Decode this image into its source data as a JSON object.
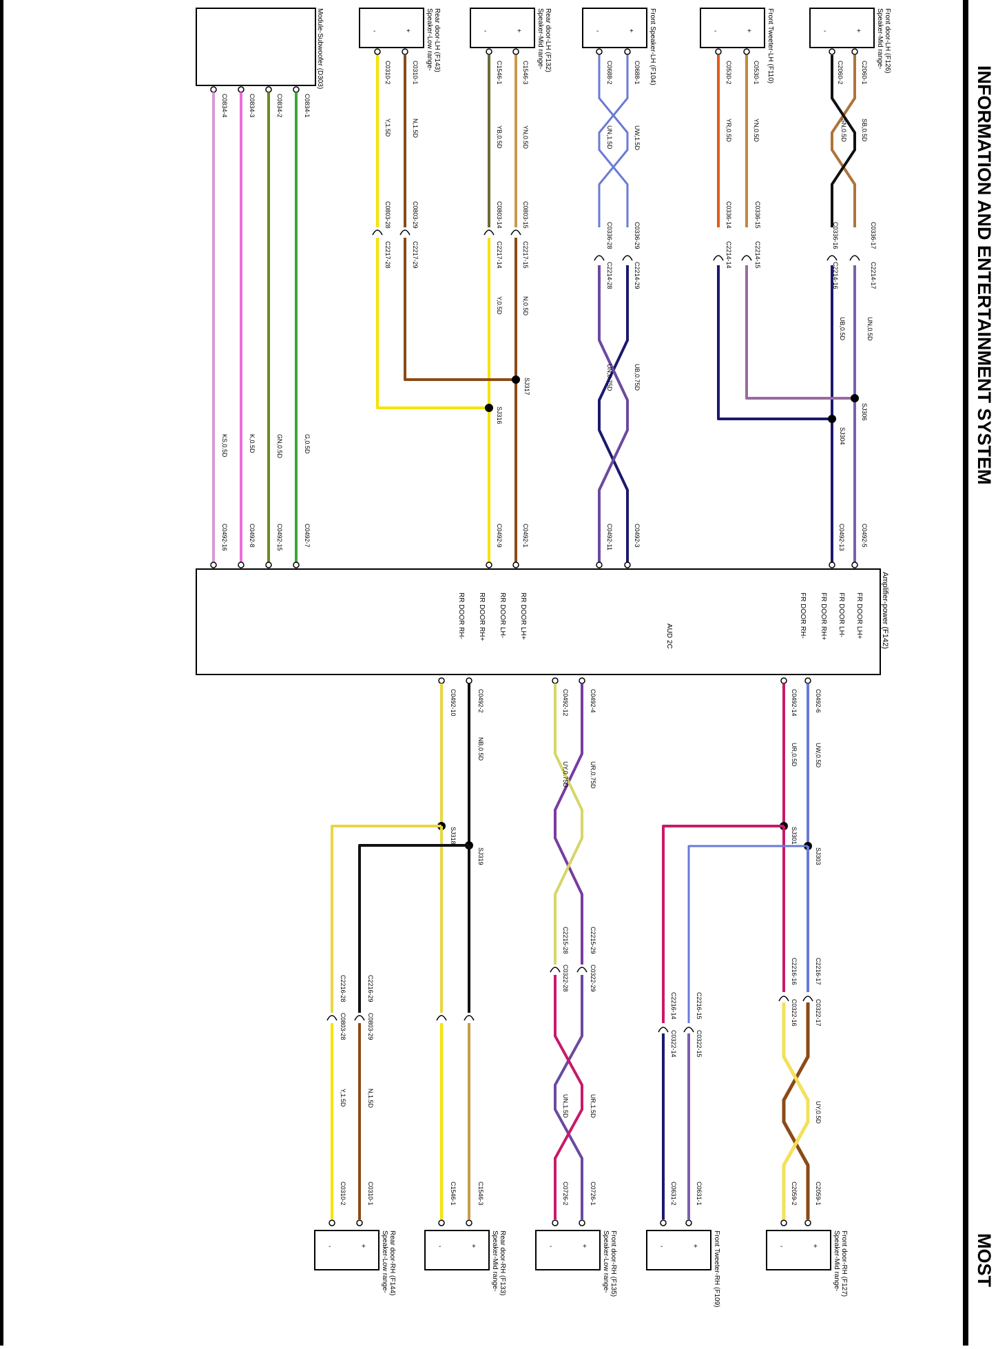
{
  "page": {
    "title": "INFORMATION AND ENTERTAINMENT SYSTEM",
    "section": "MOST"
  },
  "amplifier": {
    "label": "Amplifier-power (F142)",
    "bus_label": "AUD 2C",
    "pins_right": [
      "FR DOOR LH+",
      "FR DOOR LH-",
      "FR DOOR RH+",
      "FR DOOR RH-"
    ],
    "pins_left": [
      "RR DOOR LH+",
      "RR DOOR LH-",
      "RR DOOR RH+",
      "RR DOOR RH-"
    ]
  },
  "components": [
    {
      "name": "Speaker-Mid range-Front door-LH (F126)",
      "lines": [
        "Speaker-Mid range-",
        "Front door-LH (F126)"
      ],
      "pins": [
        "+",
        "-"
      ]
    },
    {
      "name": "Front Tweeter-LH (F110)",
      "lines": [
        "Front Tweeter-LH (F110)"
      ],
      "pins": [
        "+",
        "-"
      ]
    },
    {
      "name": "Front Speaker-LH (F104)",
      "lines": [
        "Front Speaker-LH (F104)"
      ],
      "pins": [
        "+",
        "-"
      ]
    },
    {
      "name": "Speaker-Mid range-Rear door-LH (F132)",
      "lines": [
        "Speaker-Mid range-",
        "Rear door-LH (F132)"
      ],
      "pins": [
        "+",
        "-"
      ]
    },
    {
      "name": "Speaker-Low range-Rear door-LH (F143)",
      "lines": [
        "Speaker-Low range-",
        "Rear door-LH (F143)"
      ],
      "pins": [
        "+",
        "-"
      ]
    },
    {
      "name": "Module-Subwoofer (D303)",
      "lines": [
        "Module-Subwoofer (D303)"
      ],
      "pins": []
    },
    {
      "name": "Speaker-Mid range-Front door-RH (F127)",
      "lines": [
        "Speaker-Mid range-",
        "Front door-RH (F127)"
      ],
      "pins": [
        "+",
        "-"
      ]
    },
    {
      "name": "Front Tweeter-RH (F109)",
      "lines": [
        "Front Tweeter-RH (F109)"
      ],
      "pins": [
        "+",
        "-"
      ]
    },
    {
      "name": "Speaker-Low range-Front door-RH (F135)",
      "lines": [
        "Speaker-Low range-",
        "Front door-RH (F135)"
      ],
      "pins": [
        "+",
        "-"
      ]
    },
    {
      "name": "Speaker-Mid range-Rear door-RH (F133)",
      "lines": [
        "Speaker-Mid range-",
        "Rear door-RH (F133)"
      ],
      "pins": [
        "+",
        "-"
      ]
    },
    {
      "name": "Speaker-Low range-Rear door-RH (F144)",
      "lines": [
        "Speaker-Low range-",
        "Rear door-RH (F144)"
      ],
      "pins": [
        "+",
        "-"
      ]
    }
  ],
  "connectors_top": [
    "C2060-1",
    "C2060-2",
    "C0336-17",
    "C2214-17",
    "C0336-16",
    "C2214-16",
    "C0530-1",
    "C0530-2",
    "C0336-15",
    "C2214-15",
    "C0336-14",
    "C2214-14",
    "C0688-1",
    "C0688-2",
    "C0336-29",
    "C2214-29",
    "C0336-28",
    "C2214-28",
    "C1546-3",
    "C1546-1",
    "C0803-15",
    "C2217-15",
    "C0803-14",
    "C2217-14",
    "C0310-1",
    "C0310-2",
    "C0803-29",
    "C2217-29",
    "C0803-28",
    "C2217-28",
    "C0834-1",
    "C0834-2",
    "C0834-3",
    "C0834-4",
    "C0492-5",
    "C0492-13",
    "C0492-3",
    "C0492-11",
    "C0492-1",
    "C0492-9",
    "C0492-7",
    "C0492-15",
    "C0492-8",
    "C0492-16"
  ],
  "connectors_bottom": [
    "C0492-6",
    "C0492-14",
    "C0492-4",
    "C0492-12",
    "C0492-2",
    "C0492-10",
    "C2216-17",
    "C0322-17",
    "C2216-16",
    "C0322-16",
    "C2216-15",
    "C0322-15",
    "C2216-14",
    "C0322-14",
    "C2215-29",
    "C0322-29",
    "C2215-28",
    "C0322-28",
    "C2216-29",
    "C0803-29",
    "C2216-28",
    "C0803-28",
    "C2059-1",
    "C2059-2",
    "C0631-1",
    "C0631-2",
    "C0726-1",
    "C0726-2",
    "C1546-3",
    "C1546-1",
    "C0310-1",
    "C0310-2"
  ],
  "splices": [
    "SJ306",
    "SJ304",
    "SJ317",
    "SJ316",
    "SJ301",
    "SJ303",
    "SJ318",
    "SJ319"
  ],
  "wire_labels": [
    "SB,0.5D",
    "SN,0.5D",
    "UN,0.5D",
    "UB,0.5D",
    "YN,0.5D",
    "YR,0.5D",
    "UW,1.5D",
    "UN,1.5D",
    "UB,0.75D",
    "UN,0.75D",
    "YN,0.5D",
    "YB,0.5D",
    "N,0.5D",
    "Y,0.5D",
    "N,1.5D",
    "Y,1.5D",
    "G,0.5D",
    "GN,0.5D",
    "K,0.5D",
    "KS,0.5D",
    "UW,0.5D",
    "UR,0.5D",
    "UR,0.75D",
    "UY,0.75D",
    "NB,0.5D",
    "UY,0.5D",
    "UR,1.5D",
    "UN,1.5D",
    "N,1.5D",
    "Y,1.5D"
  ],
  "colors": {
    "blue_white": "#6a7ad6",
    "navy": "#1a1a6e",
    "brown": "#8b4a17",
    "yellow": "#f5e300",
    "green": "#3aa835",
    "olive": "#6a8a20",
    "pink": "#e870d6",
    "lilac": "#d69ad6",
    "magenta": "#c8196a",
    "black": "#111111"
  }
}
